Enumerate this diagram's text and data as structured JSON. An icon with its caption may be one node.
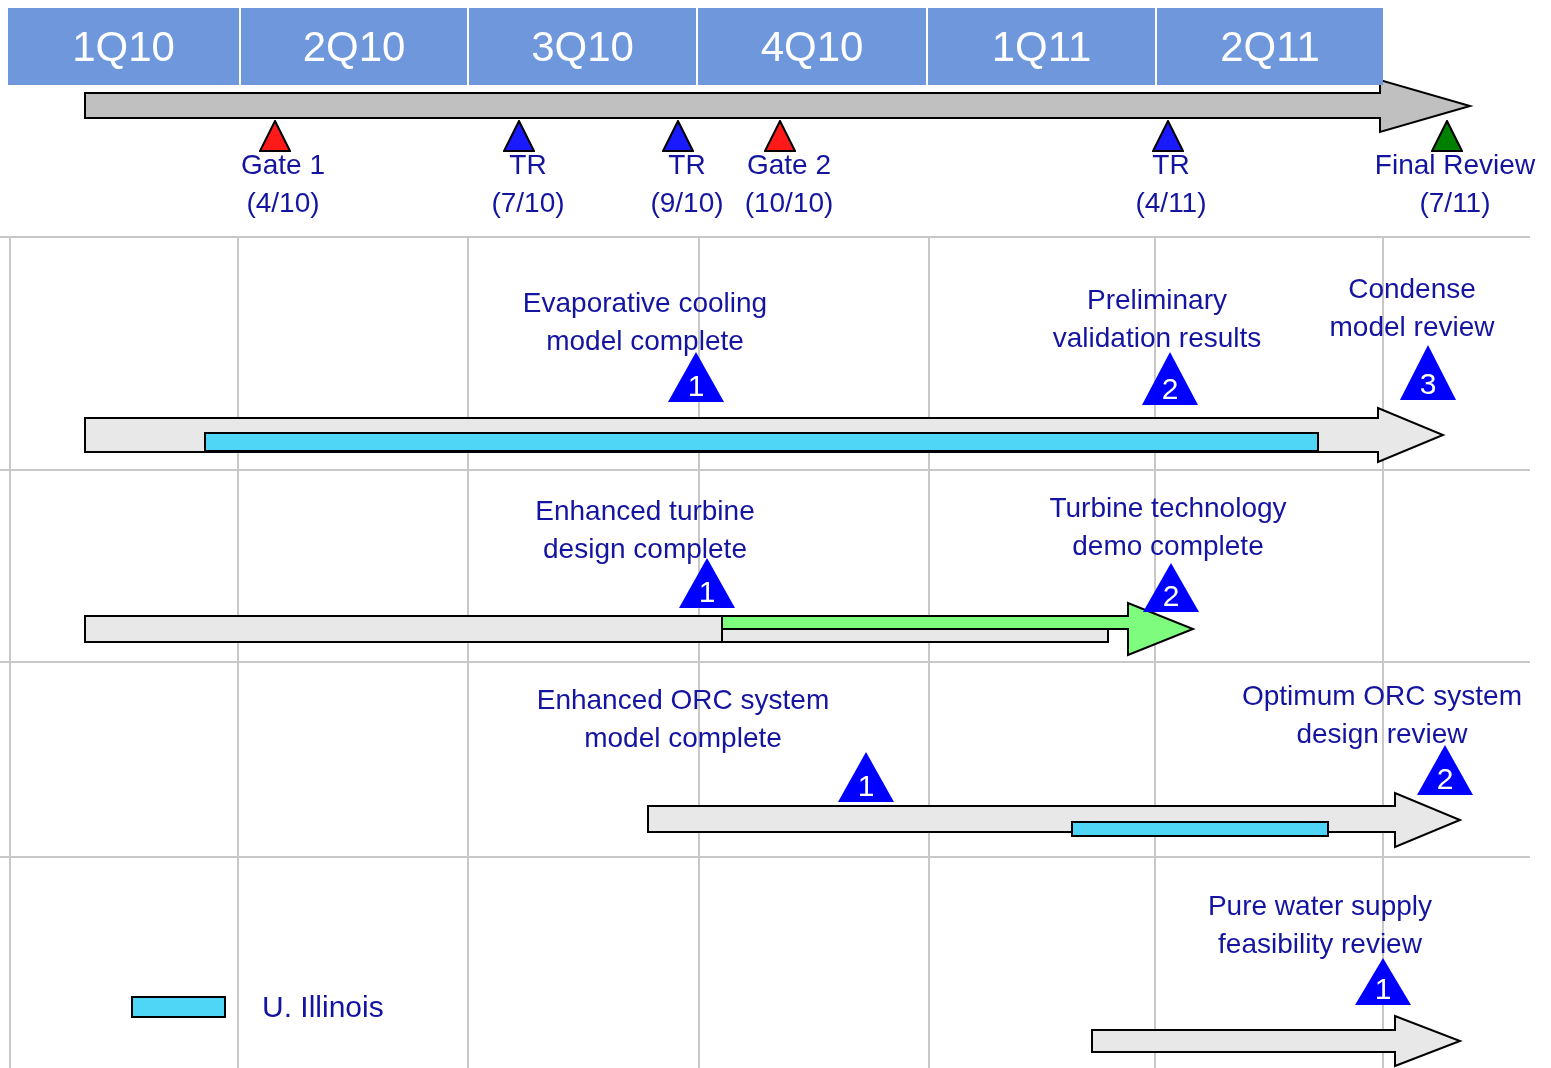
{
  "diagram": {
    "nodes": [
      {
        "text": [],
        "shape": "triangle",
        "beside": [
          "Gate 1",
          "(4/10)"
        ]
      },
      {
        "text": [],
        "shape": "triangle",
        "beside": [
          "TR",
          "(7/10)"
        ]
      },
      {
        "text": [],
        "shape": "triangle",
        "beside": [
          "TR",
          "(9/10)"
        ]
      },
      {
        "text": [],
        "shape": "triangle",
        "beside": [
          "Gate 2",
          "(10/10)"
        ]
      },
      {
        "text": [],
        "shape": "triangle",
        "beside": [
          "TR",
          "(4/11)"
        ]
      },
      {
        "text": [],
        "shape": "triangle",
        "beside": [
          "Final Review",
          "(7/11)"
        ]
      },
      {
        "text": [
          "1"
        ],
        "beside": [
          "Evaporative cooling model complete"
        ]
      },
      {
        "text": [
          "2"
        ],
        "beside": [
          "Preliminary validation results"
        ]
      },
      {
        "text": [
          "3"
        ],
        "beside": [
          "Condense model review"
        ]
      },
      {
        "text": [
          "1"
        ],
        "beside": [
          "Enhanced turbine design complete"
        ]
      },
      {
        "text": [
          "2"
        ],
        "beside": [
          "Turbine technology demo complete"
        ]
      },
      {
        "text": [
          "1"
        ],
        "beside": [
          "Enhanced ORC system model complete"
        ]
      },
      {
        "text": [
          "2"
        ],
        "beside": [
          "Optimum ORC system design review"
        ]
      },
      {
        "text": [
          "1"
        ],
        "beside": [
          "Pure water supply feasibility review"
        ]
      }
    ],
    "edges": [],
    "labels": [
      "1Q10",
      "2Q10",
      "3Q10",
      "4Q10",
      "1Q11",
      "2Q11"
    ],
    "legend": [
      {
        "text": "U. Illinois",
        "color": "#4fd5f5"
      }
    ]
  }
}
